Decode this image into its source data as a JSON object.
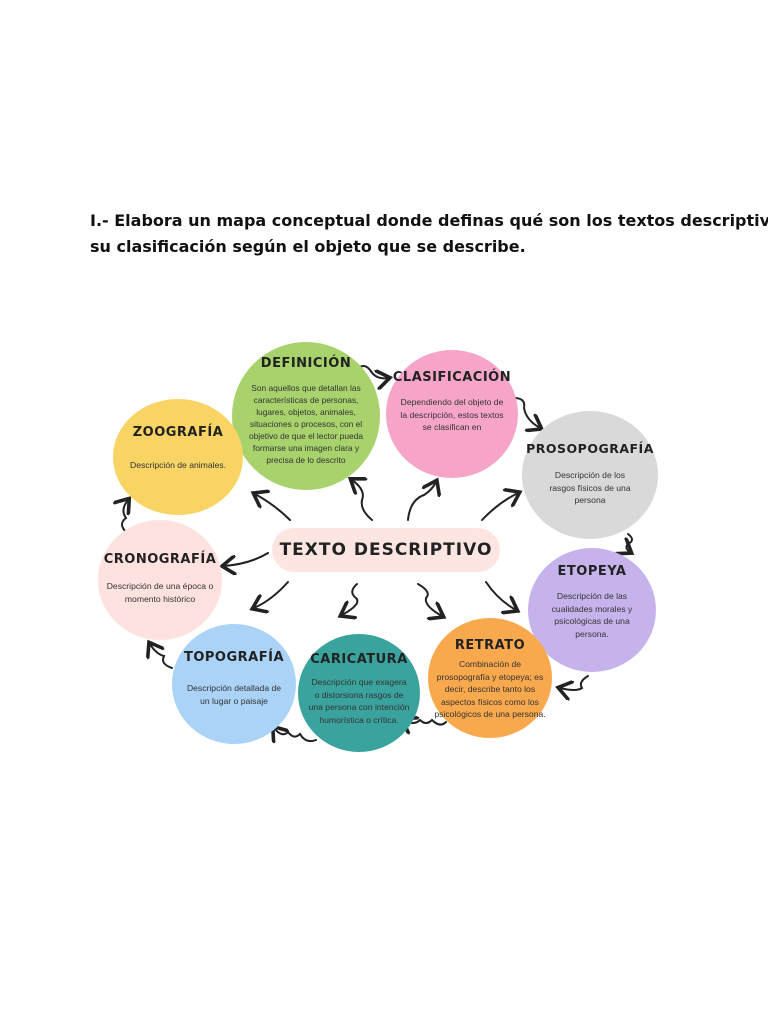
{
  "instruction": {
    "line1": "I.- Elabora un mapa conceptual donde definas qué son los textos descriptivos,",
    "line2": "su clasificación según el objeto que se describe."
  },
  "center": {
    "label": "TEXTO DESCRIPTIVO",
    "color": "#fde6e2"
  },
  "nodes": {
    "definicion": {
      "title": "DEFINICIÓN",
      "text": "Son aquellos que detallan las características de personas, lugares, objetos, animales, situaciones o procesos, con el objetivo de que el lector pueda formarse una imagen clara y precisa de lo descrito",
      "color": "#a8d26b"
    },
    "clasificacion": {
      "title": "CLASIFICACIÓN",
      "text": "Dependiendo del objeto de la descripción, estos textos se clasifican en",
      "color": "#f6a5c8"
    },
    "zoografia": {
      "title": "ZOOGRAFÍA",
      "text": "Descripción de animales.",
      "color": "#f8d465"
    },
    "prosopografia": {
      "title": "PROSOPOGRAFÍA",
      "text": "Descripción de los rasgos físicos de una persona",
      "color": "#d9d9d9"
    },
    "cronografia": {
      "title": "CRONOGRAFÍA",
      "text": "Descripción de una época o momento histórico",
      "color": "#fde2df"
    },
    "etopeya": {
      "title": "ETOPEYA",
      "text": "Descripción de las cualidades morales y psicológicas de una persona.",
      "color": "#c7b3ec"
    },
    "topografia": {
      "title": "TOPOGRAFÍA",
      "text": "Descripción detallada de un lugar o paisaje",
      "color": "#aad3f7"
    },
    "caricatura": {
      "title": "CARICATURA",
      "text": "Descripción que exagera o distorsiona rasgos de una persona con intención humorística o crítica.",
      "color": "#3aa39e"
    },
    "retrato": {
      "title": "RETRATO",
      "text": "Combinación de prosopografía y etopeya; es decir, describe tanto los aspectos físicos como los psicológicos de una persona.",
      "color": "#f9a94d"
    }
  }
}
